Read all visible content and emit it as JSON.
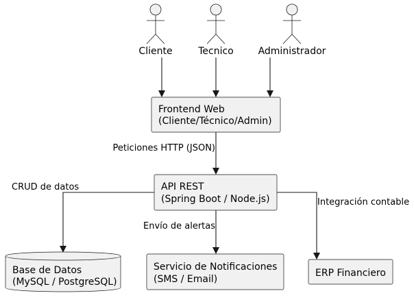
{
  "actors": [
    {
      "id": "cliente",
      "label": "Cliente"
    },
    {
      "id": "tecnico",
      "label": "Tecnico"
    },
    {
      "id": "admin",
      "label": "Administrador"
    }
  ],
  "nodes": {
    "frontend": {
      "line1": "Frontend Web",
      "line2": "(Cliente/Técnico/Admin)"
    },
    "api": {
      "line1": "API REST",
      "line2": "(Spring Boot / Node.js)"
    },
    "db": {
      "line1": "Base de Datos",
      "line2": "(MySQL / PostgreSQL)"
    },
    "notif": {
      "line1": "Servicio de Notificaciones",
      "line2": "(SMS / Email)"
    },
    "erp": {
      "line1": "ERP Financiero"
    }
  },
  "edges": {
    "http": "Peticiones HTTP (JSON)",
    "crud": "CRUD de datos",
    "alerts": "Envío de alertas",
    "accounting": "Integración contable"
  },
  "colors": {
    "node_fill": "#f1f1f1",
    "stroke": "#181818"
  }
}
